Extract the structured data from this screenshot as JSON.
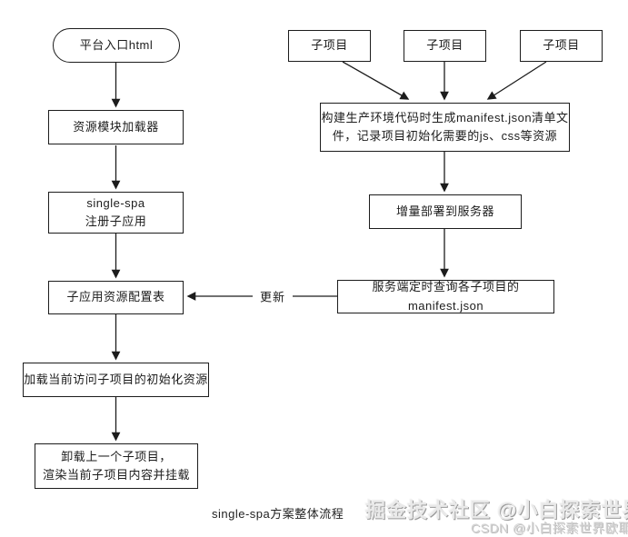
{
  "colors": {
    "ink": "#1c1c1c",
    "background": "#ffffff",
    "watermark_gray": "#c2c2c2"
  },
  "nodes": {
    "entry": "平台入口html",
    "loader": "资源模块加载器",
    "register": "single-spa\n注册子应用",
    "config_table": "子应用资源配置表",
    "load_init": "加载当前访问子项目的初始化资源",
    "unload_render": "卸载上一个子项目，\n渲染当前子项目内容并挂载",
    "subprojects": [
      "子项目",
      "子项目",
      "子项目"
    ],
    "build_manifest": "构建生产环境代码时生成manifest.json清单文\n件，记录项目初始化需要的js、css等资源",
    "deploy": "增量部署到服务器",
    "poll_manifest": "服务端定时查询各子项目的manifest.json"
  },
  "labels": {
    "update": "更新",
    "caption": "single-spa方案整体流程"
  },
  "watermark": {
    "line1": "掘金技术社区 @小白探索世界欧耶",
    "line2": "CSDN @小白探索世界欧耶！~"
  }
}
